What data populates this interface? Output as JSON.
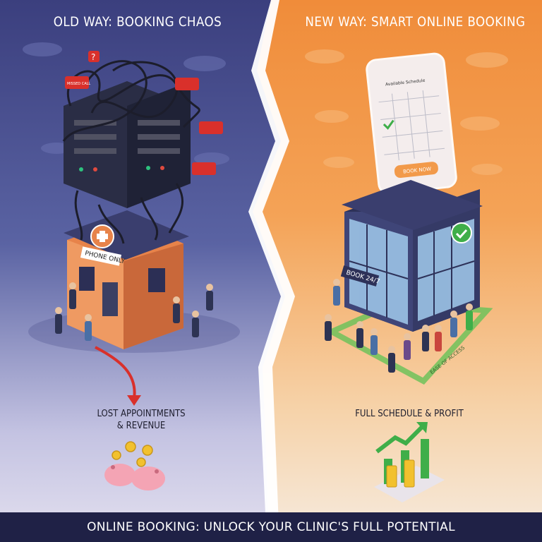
{
  "left_panel": {
    "title": "OLD WAY: BOOKING CHAOS",
    "building_sign": "PHONE ONLY",
    "bubble_text": "MISSED CALL",
    "caption_line1": "LOST APPOINTMENTS",
    "caption_line2": "& REVENUE",
    "background_color": "#4a4f92"
  },
  "right_panel": {
    "title": "NEW WAY: SMART ONLINE BOOKING",
    "building_sign": "BOOK 24/7",
    "phone_header": "Available Schedule",
    "phone_button": "BOOK NOW",
    "path_label": "EASE OF ACCESS",
    "caption": "FULL SCHEDULE & PROFIT",
    "background_color": "#f29a4a"
  },
  "footer": {
    "text": "ONLINE BOOKING: UNLOCK YOUR CLINIC'S FULL POTENTIAL",
    "background_color": "#1f2146"
  },
  "colors": {
    "alert_red": "#d9302b",
    "check_green": "#3fae49",
    "building_orange": "#e7834a",
    "building_glass": "#9cc3e6"
  },
  "icons": [
    "question-icon",
    "medical-cross-icon",
    "checkmark-icon",
    "coin-icon",
    "piggy-bank-icon",
    "growth-arrow-icon",
    "lightning-divider-icon"
  ]
}
